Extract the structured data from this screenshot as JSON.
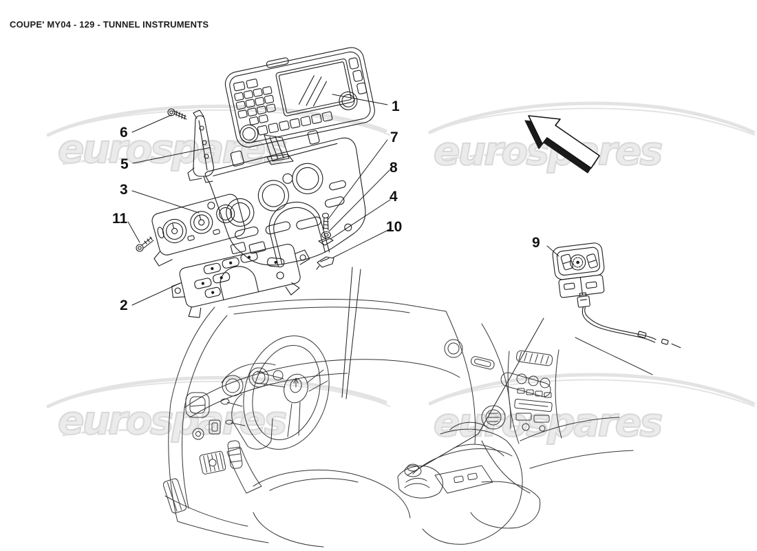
{
  "page": {
    "title": "COUPE' MY04 - 129 - TUNNEL INSTRUMENTS"
  },
  "watermark": {
    "text": "eurospares",
    "instances": 4,
    "text_color": "#ebebeb",
    "outline_color": "#d9d9d9",
    "swoosh_color": "#e3e3e3"
  },
  "diagram": {
    "line_color": "#1c1c1c",
    "arrow_icon": {
      "direction": "up-left",
      "face_color": "#ffffff",
      "side_color": "#1a1a1a"
    },
    "part_labels": [
      {
        "label": "1"
      },
      {
        "label": "2"
      },
      {
        "label": "3"
      },
      {
        "label": "4"
      },
      {
        "label": "5"
      },
      {
        "label": "6"
      },
      {
        "label": "7"
      },
      {
        "label": "8"
      },
      {
        "label": "9"
      },
      {
        "label": "10"
      },
      {
        "label": "11"
      }
    ]
  }
}
